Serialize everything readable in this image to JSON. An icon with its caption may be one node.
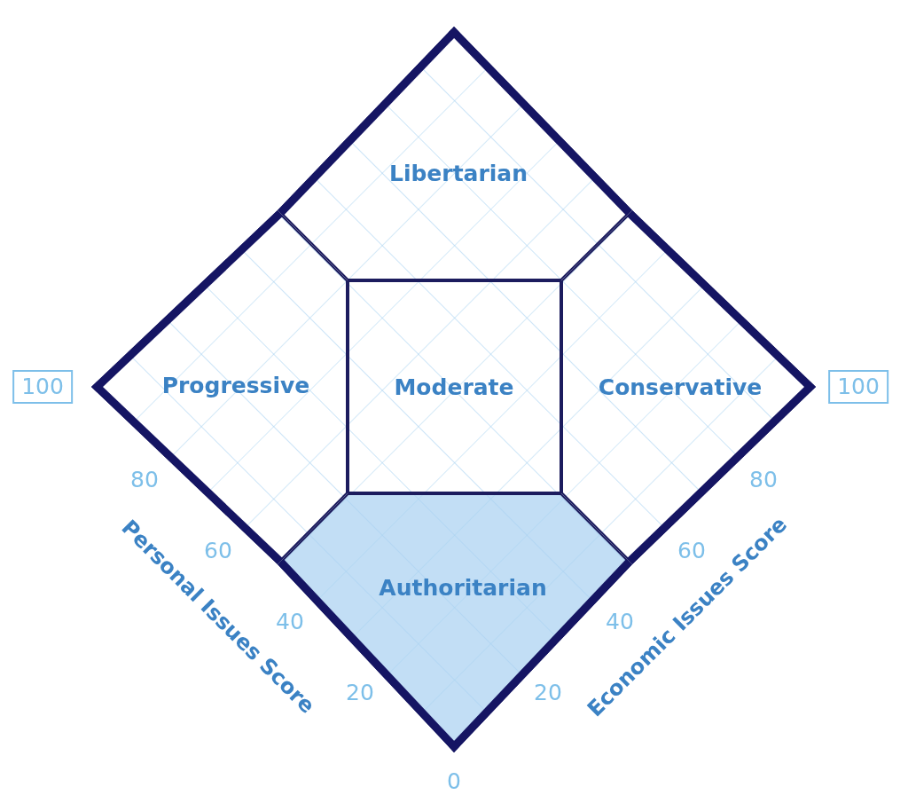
{
  "diagram": {
    "nodes": [
      {
        "text": [
          "Libertarian"
        ]
      },
      {
        "text": [
          "Progressive"
        ]
      },
      {
        "text": [
          "Moderate"
        ]
      },
      {
        "text": [
          "Conservative"
        ]
      },
      {
        "text": [
          "Authoritarian"
        ]
      }
    ],
    "edges": [],
    "labels": [
      "100",
      "100",
      "80",
      "80",
      "60",
      "60",
      "40",
      "40",
      "20",
      "20",
      "0",
      "Personal Issues Score",
      "Economic Issues Score"
    ]
  }
}
